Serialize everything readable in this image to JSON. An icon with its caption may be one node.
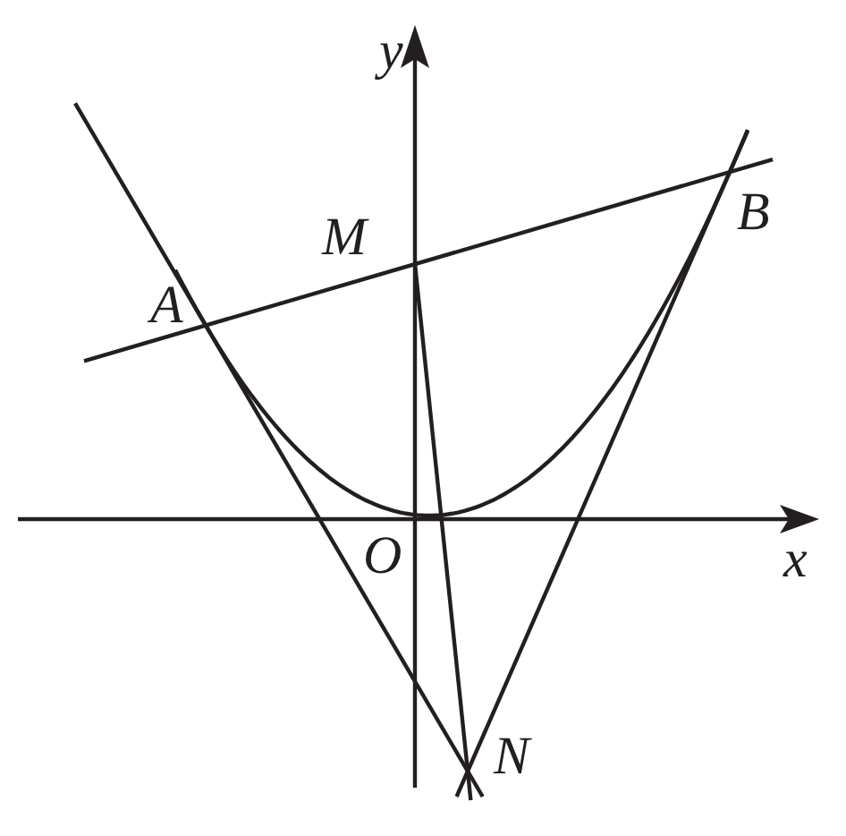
{
  "diagram": {
    "labels": [
      "y",
      "M",
      "B",
      "A",
      "O",
      "x",
      "N"
    ]
  }
}
